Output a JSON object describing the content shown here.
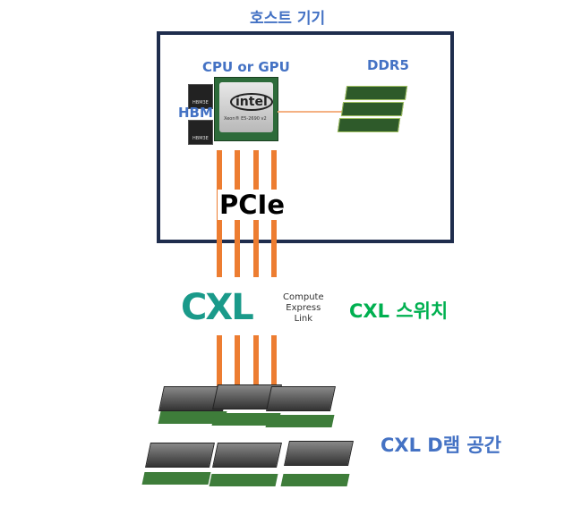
{
  "host_label": "호스트 기기",
  "cpu_label": "CPU or GPU",
  "hbm_label": "HBM",
  "hbm_chip_text": "HBM3E",
  "ddr_label": "DDR5",
  "intel_logo": "intel",
  "cpu_model": "Xeon® E5-2690 v2",
  "pcie_label": "PCIe",
  "cxl_logo": {
    "mark": "CXL",
    "line1": "Compute",
    "line2": "Express",
    "line3": "Link"
  },
  "switch_label": "CXL 스위치",
  "dram_label": "CXL D램 공간",
  "colors": {
    "accent_blue": "#4472c4",
    "accent_green": "#00b050",
    "link_orange": "#ed7d31",
    "box_border": "#1f2d4d"
  }
}
